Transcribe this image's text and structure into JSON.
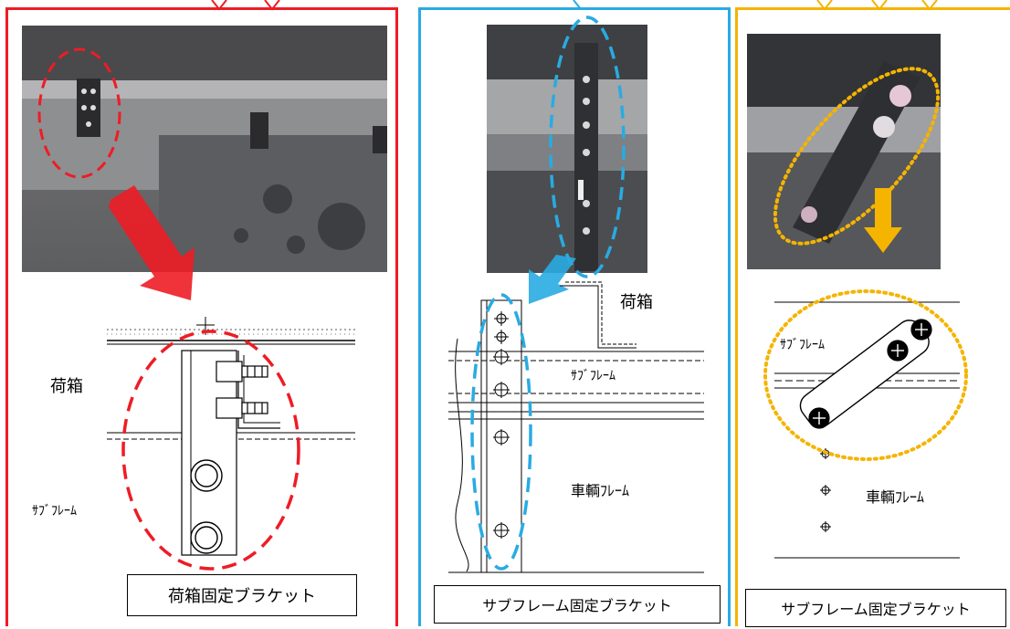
{
  "colors": {
    "panel_left": "#ee1c25",
    "panel_mid": "#29abe2",
    "panel_right": "#f5b400"
  },
  "panels": [
    {
      "id": "cargo-bracket",
      "labels": {
        "cargo_box": "荷箱",
        "sub_frame": "ｻﾌﾞﾌﾚｰﾑ"
      },
      "caption": "荷箱固定ブラケット"
    },
    {
      "id": "subframe-bracket",
      "labels": {
        "cargo_box": "荷箱",
        "sub_frame": "ｻﾌﾞﾌﾚｰﾑ",
        "vehicle_frame": "車輌ﾌﾚｰﾑ"
      },
      "caption": "サブフレーム固定ブラケット"
    },
    {
      "id": "subframe-bracket-diagonal",
      "labels": {
        "sub_frame": "ｻﾌﾞﾌﾚｰﾑ",
        "vehicle_frame": "車輌ﾌﾚｰﾑ"
      },
      "caption": "サブフレーム固定ブラケット"
    }
  ]
}
